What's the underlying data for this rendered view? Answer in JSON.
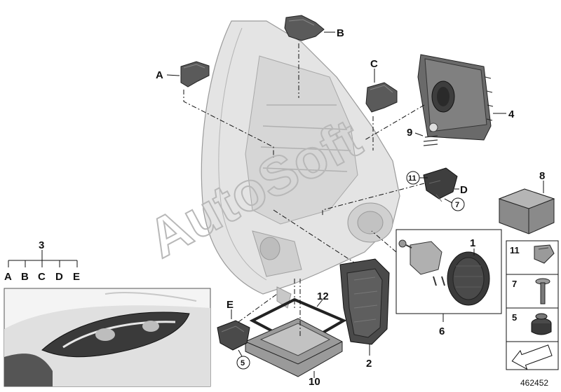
{
  "diagram_id": "462452",
  "watermark": "AutoSoft",
  "callouts": {
    "A": "A",
    "B": "B",
    "C": "C",
    "D": "D",
    "E": "E",
    "n1": "1",
    "n2": "2",
    "n3": "3",
    "n4": "4",
    "n5": "5",
    "n6": "6",
    "n7": "7",
    "n8": "8",
    "n9": "9",
    "n10": "10",
    "n11": "11",
    "n12": "12"
  },
  "set_tree": {
    "parent": "3",
    "children": [
      "A",
      "B",
      "C",
      "D",
      "E"
    ]
  },
  "side_panel": [
    {
      "num": "11"
    },
    {
      "num": "7"
    },
    {
      "num": "5"
    }
  ],
  "icons": [
    "headlight-housing-icon",
    "control-unit-icon",
    "bracket-icon",
    "actuator-icon",
    "cap-icon",
    "gasket-icon",
    "clip-icon",
    "screw-icon",
    "grommet-icon",
    "arrow-icon"
  ]
}
